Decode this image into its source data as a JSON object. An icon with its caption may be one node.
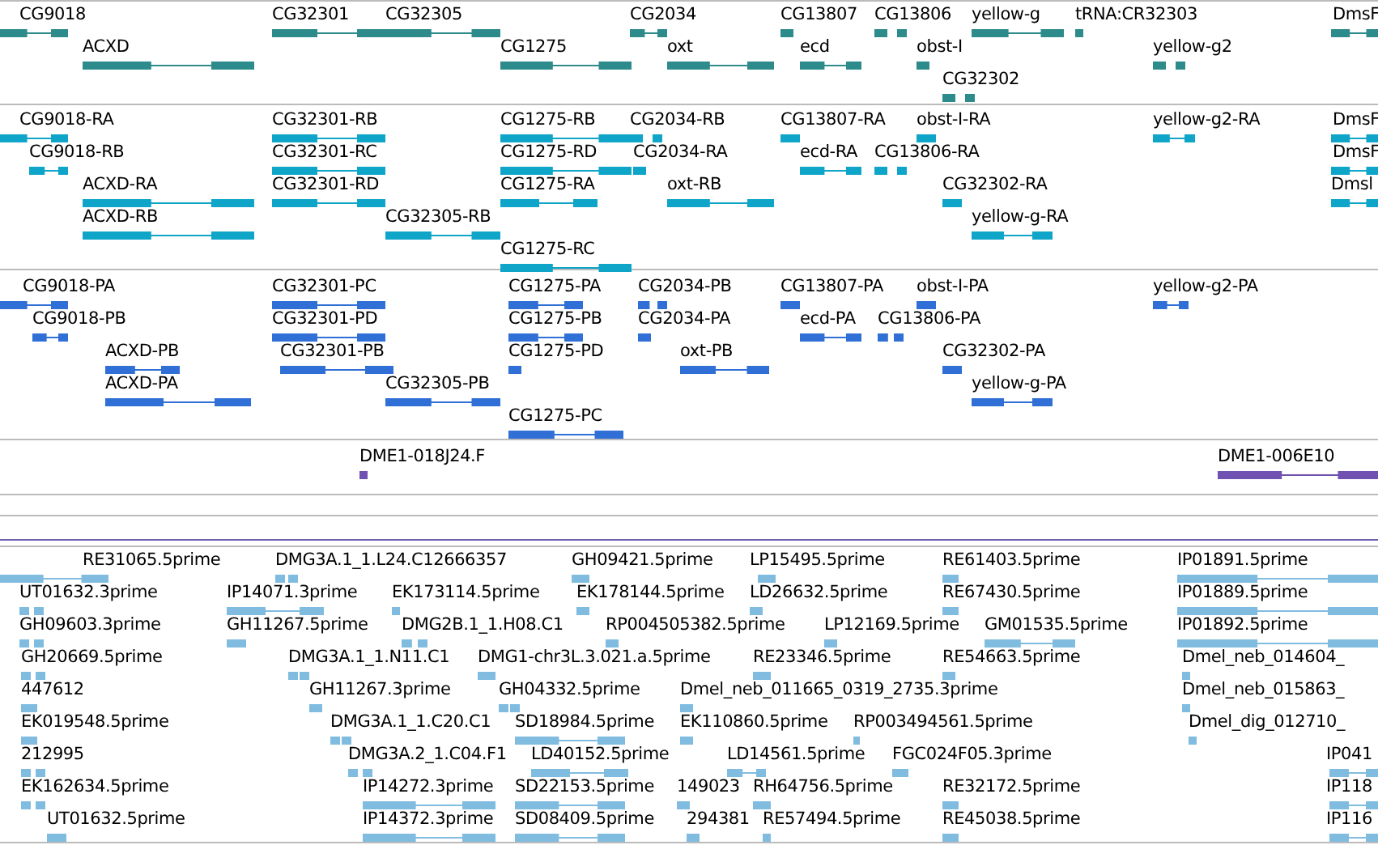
{
  "diagram": {
    "labels": [
      "CG9018",
      "CG32301",
      "CG32305",
      "CG2034",
      "CG13807",
      "CG13806",
      "yellow-g",
      "tRNA:CR32303",
      "DmsF",
      "ACXD",
      "CG1275",
      "oxt",
      "ecd",
      "obst-I",
      "yellow-g2",
      "CG32302",
      "CG9018-RA",
      "CG32301-RB",
      "CG1275-RB",
      "CG2034-RB",
      "CG13807-RA",
      "obst-I-RA",
      "yellow-g2-RA",
      "DmsF",
      "CG9018-RB",
      "CG32301-RC",
      "CG1275-RD",
      "CG2034-RA",
      "ecd-RA",
      "CG13806-RA",
      "DmsF",
      "ACXD-RA",
      "CG32301-RD",
      "CG1275-RA",
      "oxt-RB",
      "CG32302-RA",
      "Dmsl",
      "ACXD-RB",
      "CG32305-RB",
      "yellow-g-RA",
      "CG1275-RC",
      "CG9018-PA",
      "CG32301-PC",
      "CG1275-PA",
      "CG2034-PB",
      "CG13807-PA",
      "obst-I-PA",
      "yellow-g2-PA",
      "CG9018-PB",
      "CG32301-PD",
      "CG1275-PB",
      "CG2034-PA",
      "ecd-PA",
      "CG13806-PA",
      "ACXD-PB",
      "CG32301-PB",
      "CG1275-PD",
      "oxt-PB",
      "CG32302-PA",
      "ACXD-PA",
      "CG32305-PB",
      "yellow-g-PA",
      "CG1275-PC",
      "DME1-018J24.F",
      "DME1-006E10",
      "RE31065.5prime",
      "DMG3A.1_1.L24.C12666357",
      "GH09421.5prime",
      "LP15495.5prime",
      "RE61403.5prime",
      "IP01891.5prime",
      "UT01632.3prime",
      "IP14071.3prime",
      "EK173114.5prime",
      "EK178144.5prime",
      "LD26632.5prime",
      "RE67430.5prime",
      "IP01889.5prime",
      "GH09603.3prime",
      "GH11267.5prime",
      "DMG2B.1_1.H08.C1",
      "RP004505382.5prime",
      "LP12169.5prime",
      "GM01535.5prime",
      "IP01892.5prime",
      "GH20669.5prime",
      "DMG3A.1_1.N11.C1",
      "DMG1-chr3L.3.021.a.5prime",
      "RE23346.5prime",
      "RE54663.5prime",
      "Dmel_neb_014604_",
      "447612",
      "GH11267.3prime",
      "GH04332.5prime",
      "Dmel_neb_011665_0319_2735.3prime",
      "Dmel_neb_015863_",
      "EK019548.5prime",
      "DMG3A.1_1.C20.C1",
      "SD18984.5prime",
      "EK110860.5prime",
      "RP003494561.5prime",
      "Dmel_dig_012710_",
      "212995",
      "DMG3A.2_1.C04.F1",
      "LD40152.5prime",
      "LD14561.5prime",
      "FGC024F05.3prime",
      "IP041",
      "EK162634.5prime",
      "IP14272.3prime",
      "SD22153.5prime",
      "149023",
      "RH64756.5prime",
      "RE32172.5prime",
      "IP118",
      "UT01632.5prime",
      "IP14372.3prime",
      "SD08409.5prime",
      "294381",
      "RE57494.5prime",
      "RE45038.5prime",
      "IP116"
    ]
  }
}
